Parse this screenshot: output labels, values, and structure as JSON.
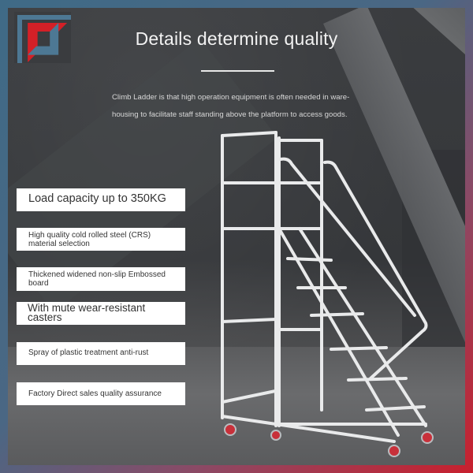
{
  "logo": {
    "name": "brand-logo",
    "colors": {
      "red": "#d42027",
      "blue": "#4d7894"
    }
  },
  "frame": {
    "gradient_start": "#3f6a86",
    "gradient_end": "#c8202e"
  },
  "header": {
    "title": "Details determine quality",
    "intro_line1": "Climb Ladder is that high operation equipment is often needed in ware-",
    "intro_line2": "housing to facilitate staff standing above the platform to access goods."
  },
  "features": [
    {
      "label": "Load capacity up to 350KG"
    },
    {
      "label_line1": "High quality cold rolled steel (CRS)",
      "label_line2": "material selection"
    },
    {
      "label_line1": "Thickened widened non-slip Embossed",
      "label_line2": "board"
    },
    {
      "label_line1": "With mute wear-resistant",
      "label_line2": "casters"
    },
    {
      "label": "Spray of plastic treatment anti-rust"
    },
    {
      "label": "Factory Direct sales quality assurance"
    }
  ],
  "product": {
    "name": "mobile-platform-ladder",
    "frame_color": "#e9eaeb",
    "caster_color": "#c8303a",
    "steps": 6
  }
}
